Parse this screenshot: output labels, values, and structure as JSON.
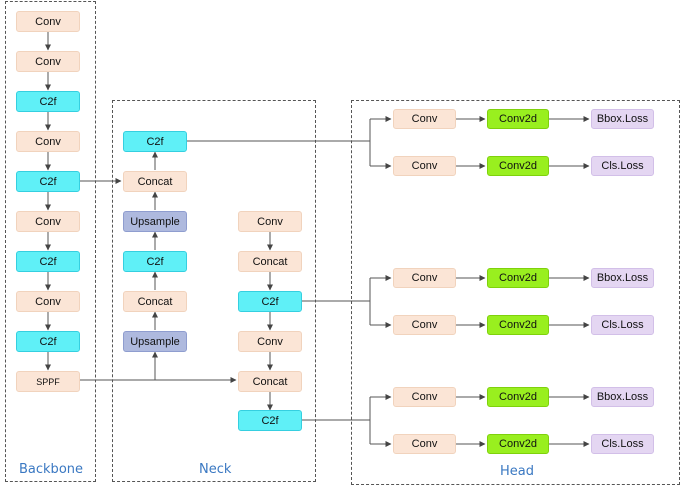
{
  "sections": {
    "backbone": "Backbone",
    "neck": "Neck",
    "head": "Head"
  },
  "labels": {
    "conv": "Conv",
    "c2f": "C2f",
    "sppf": "SPPF",
    "concat": "Concat",
    "upsample": "Upsample",
    "conv2d": "Conv2d",
    "bbox_loss": "Bbox.Loss",
    "cls_loss": "Cls.Loss"
  },
  "colors": {
    "conv": "#fbe5d6",
    "c2f": "#5ff0f7",
    "upsample": "#aeb9de",
    "conv2d": "#99ef1f",
    "loss": "#e4d6f2",
    "section_title": "#3a78c2"
  }
}
